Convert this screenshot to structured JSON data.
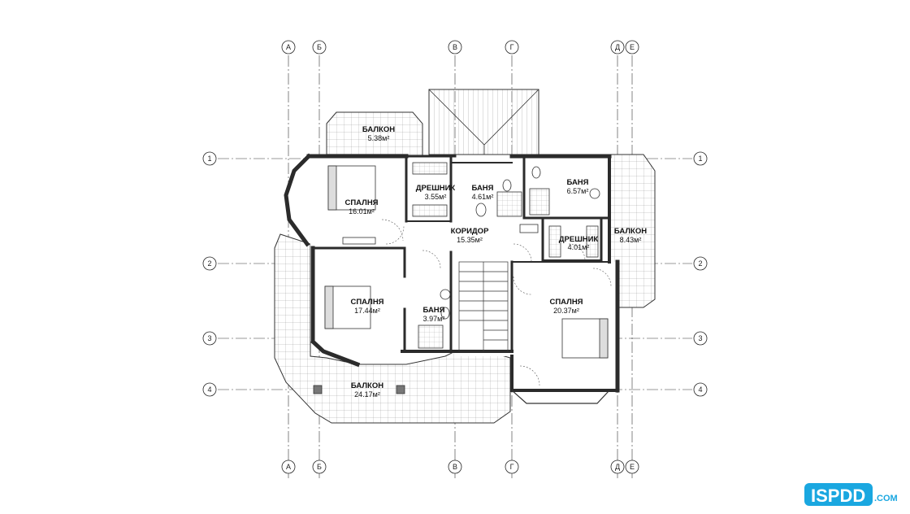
{
  "axes": {
    "columns": [
      "А",
      "Б",
      "В",
      "Г",
      "Д",
      "Е"
    ],
    "rows": [
      "1",
      "2",
      "3",
      "4"
    ]
  },
  "rooms": [
    {
      "name": "БАЛКОН",
      "area": "5.38м²"
    },
    {
      "name": "СПАЛНЯ",
      "area": "16.01м²"
    },
    {
      "name": "ДРЕШНИК",
      "area": "3.55м²"
    },
    {
      "name": "БАНЯ",
      "area": "4.61м²"
    },
    {
      "name": "БАНЯ",
      "area": "6.57м²"
    },
    {
      "name": "КОРИДОР",
      "area": "15.35м²"
    },
    {
      "name": "ДРЕШНИК",
      "area": "4.01м²"
    },
    {
      "name": "БАЛКОН",
      "area": "8.43м²"
    },
    {
      "name": "СПАЛНЯ",
      "area": "17.44м²"
    },
    {
      "name": "БАНЯ",
      "area": "3.97м²"
    },
    {
      "name": "СПАЛНЯ",
      "area": "20.37м²"
    },
    {
      "name": "БАЛКОН",
      "area": "24.17м²"
    }
  ],
  "logo": {
    "brand": "ISPDD",
    "suffix": ".COM",
    "accent": "#1aa7e0"
  }
}
